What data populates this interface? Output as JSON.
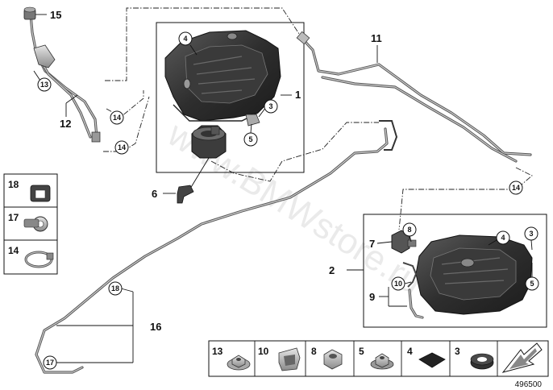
{
  "diagram": {
    "number": "496500",
    "watermark": "www.BMWstore.ru"
  },
  "callouts": {
    "c1": "1",
    "c2": "2",
    "c6": "6",
    "c7": "7",
    "c9": "9",
    "c11": "11",
    "c12": "12",
    "c15": "15",
    "c16": "16"
  },
  "circled": {
    "top_tank_4": "4",
    "top_tank_3": "3",
    "top_tank_5": "5",
    "left_13": "13",
    "left_14a": "14",
    "left_14b": "14",
    "right_14": "14",
    "right_8": "8",
    "right_4": "4",
    "right_3": "3",
    "right_5": "5",
    "right_10": "10",
    "bottom_18": "18",
    "bottom_17": "17"
  },
  "side_legend": [
    {
      "num": "18",
      "icon": "rubber-grommet-clip-icon"
    },
    {
      "num": "17",
      "icon": "hose-clip-icon"
    },
    {
      "num": "14",
      "icon": "hose-clamp-icon"
    }
  ],
  "bottom_legend": [
    {
      "num": "13",
      "icon": "flange-nut-icon"
    },
    {
      "num": "10",
      "icon": "spring-clip-icon"
    },
    {
      "num": "8",
      "icon": "hex-nut-icon"
    },
    {
      "num": "5",
      "icon": "collar-nut-icon"
    },
    {
      "num": "4",
      "icon": "foam-pad-icon"
    },
    {
      "num": "3",
      "icon": "rubber-grommet-icon"
    },
    {
      "num": "",
      "icon": "direction-arrow-icon"
    }
  ]
}
